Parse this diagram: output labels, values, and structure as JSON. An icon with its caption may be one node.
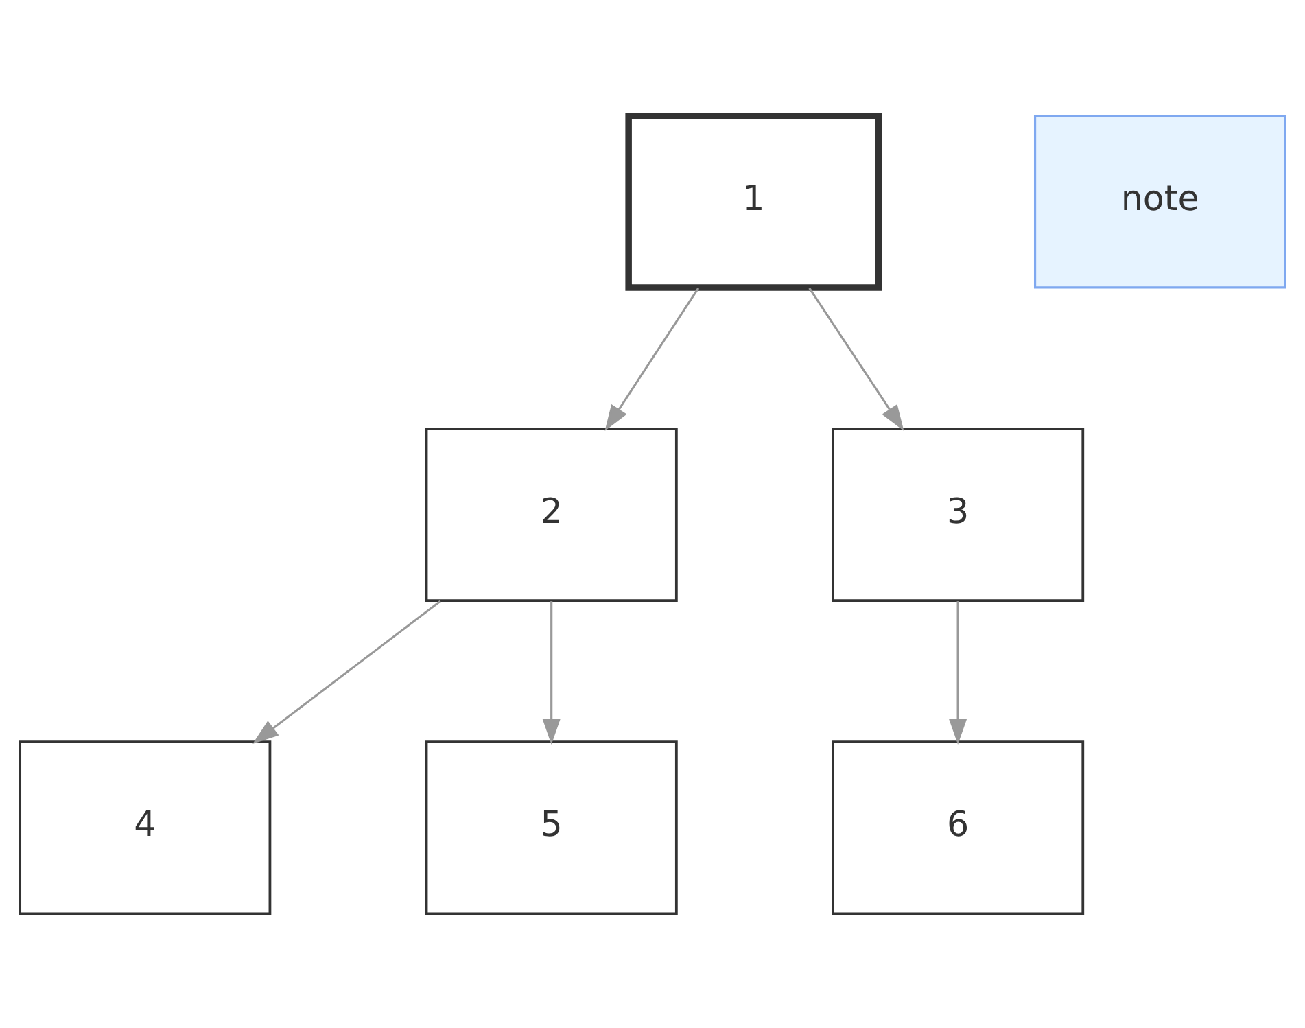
{
  "diagram": {
    "nodes": [
      {
        "text": [
          "1"
        ]
      },
      {
        "text": [
          "note"
        ]
      },
      {
        "text": [
          "2"
        ]
      },
      {
        "text": [
          "3"
        ]
      },
      {
        "text": [
          "4"
        ]
      },
      {
        "text": [
          "5"
        ]
      },
      {
        "text": [
          "6"
        ]
      }
    ],
    "edges": [
      {
        "from": 0,
        "to": 2,
        "arrow": "to"
      },
      {
        "from": 0,
        "to": 3,
        "arrow": "to"
      },
      {
        "from": 2,
        "to": 4,
        "arrow": "to"
      },
      {
        "from": 2,
        "to": 5,
        "arrow": "to"
      },
      {
        "from": 3,
        "to": 6,
        "arrow": "to"
      }
    ]
  }
}
